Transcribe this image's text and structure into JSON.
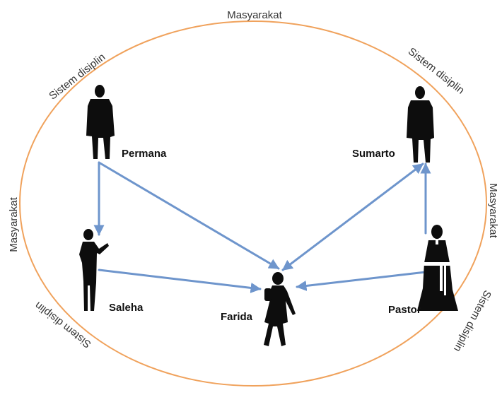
{
  "labels": {
    "top": "Masyarakat",
    "left": "Masyarakat",
    "right": "Masyarakat",
    "top_left": "Sistem disiplin",
    "top_right": "Sistem disiplin",
    "bottom_left": "Sistem disiplin",
    "bottom_right": "Sistem disiplin"
  },
  "people": {
    "permana": "Permana",
    "sumarto": "Sumarto",
    "saleha": "Saleha",
    "farida": "Farida",
    "pastor": "Pastor"
  },
  "colors": {
    "ellipse": "#F0A25C",
    "arrow": "#6E95CC",
    "silhouette": "#0d0d0d"
  }
}
